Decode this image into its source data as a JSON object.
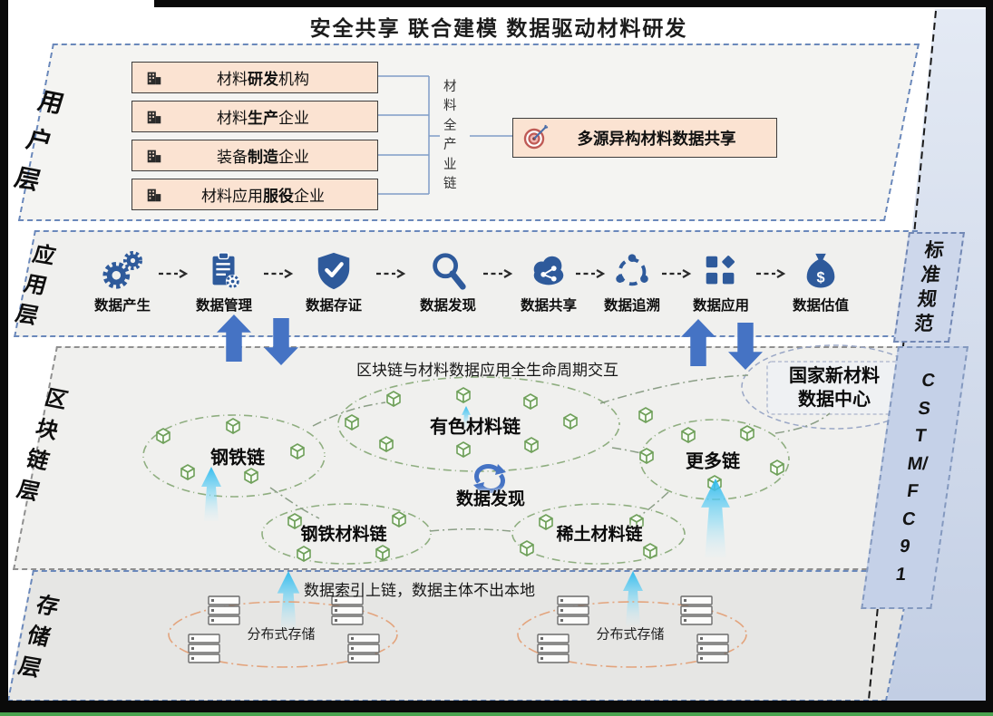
{
  "title": "安全共享 联合建模 数据驱动材料研发",
  "user_layer": {
    "label": "用户层",
    "entities": [
      {
        "pre": "材料",
        "bold": "研发",
        "suf": "机构"
      },
      {
        "pre": "材料",
        "bold": "生产",
        "suf": "企业"
      },
      {
        "pre": "装备",
        "bold": "制造",
        "suf": "企业"
      },
      {
        "pre": "材料应用",
        "bold": "服役",
        "suf": "企业"
      }
    ],
    "chain_label": "材料全产业链",
    "share_box": "多源异构材料数据共享"
  },
  "app_layer": {
    "label": "应用层",
    "items": [
      {
        "label": "数据产生",
        "icon": "gears-icon"
      },
      {
        "label": "数据管理",
        "icon": "clipboard-gear-icon"
      },
      {
        "label": "数据存证",
        "icon": "shield-check-icon"
      },
      {
        "label": "数据发现",
        "icon": "magnifier-icon"
      },
      {
        "label": "数据共享",
        "icon": "cloud-share-icon"
      },
      {
        "label": "数据追溯",
        "icon": "trace-cycle-icon"
      },
      {
        "label": "数据应用",
        "icon": "app-grid-icon"
      },
      {
        "label": "数据估值",
        "icon": "money-bag-icon"
      }
    ]
  },
  "blockchain_layer": {
    "label": "区块链层",
    "caption": "区块链与材料数据应用全生命周期交互",
    "chains": {
      "steel": "钢铁链",
      "nonferrous": "有色材料链",
      "more": "更多链",
      "steel_material": "钢铁材料链",
      "rare_earth": "稀土材料链"
    },
    "center_action": "数据发现",
    "data_center_line1": "国家新材料",
    "data_center_line2": "数据中心"
  },
  "storage_layer": {
    "label": "存储层",
    "note": "数据索引上链，数据主体不出本地",
    "left_storage": "分布式存储",
    "right_storage": "分布式存储"
  },
  "side_panel": {
    "standard": "标准规范",
    "committee": "CSTM/FC91"
  },
  "colors": {
    "accent_blue": "#4573c4",
    "icon_blue": "#2e5a9b",
    "peach_box": "#fbe3d2",
    "layer_border_blue": "#6a88bb",
    "cube_green": "#6fa05a",
    "storage_orange": "#e3a47d",
    "glow_cyan": "#29b9ee",
    "panel_blue": "#c5d1e8",
    "target_red": "#bf5a55"
  }
}
